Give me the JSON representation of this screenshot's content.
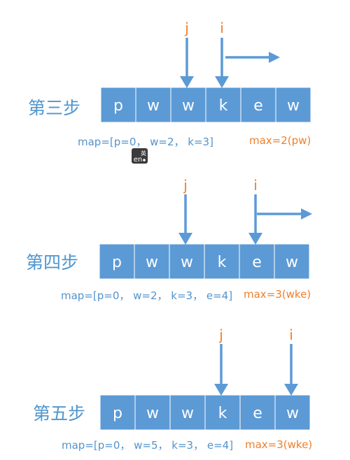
{
  "steps": [
    {
      "label": "第三步",
      "cells": [
        "p",
        "w",
        "w",
        "k",
        "e",
        "w"
      ],
      "j_label": "j",
      "i_label": "i",
      "j_index": 2,
      "i_index": 3,
      "moving_arrow": true,
      "map_text": "map=[p=0， w=2， k=3]",
      "max_text": "max=2(pw)"
    },
    {
      "label": "第四步",
      "cells": [
        "p",
        "w",
        "w",
        "k",
        "e",
        "w"
      ],
      "j_label": "j",
      "i_label": "i",
      "j_index": 2,
      "i_index": 4,
      "moving_arrow": true,
      "map_text": "map=[p=0， w=2， k=3， e=4]",
      "max_text": "max=3(wke)"
    },
    {
      "label": "第五步",
      "cells": [
        "p",
        "w",
        "w",
        "k",
        "e",
        "w"
      ],
      "j_label": "j",
      "i_label": "i",
      "j_index": 3,
      "i_index": 5,
      "moving_arrow": false,
      "map_text": "map=[p=0， w=5， k=3， e=4]",
      "max_text": "max=3(wke)"
    }
  ],
  "ime_badge": {
    "main": "en",
    "small": "英"
  },
  "colors": {
    "cell": "#5c9ad6",
    "step_label": "#4f96cf",
    "pointer_label": "#ee7f2a",
    "map_text": "#5393cc",
    "max_text": "#ee7f2a"
  }
}
